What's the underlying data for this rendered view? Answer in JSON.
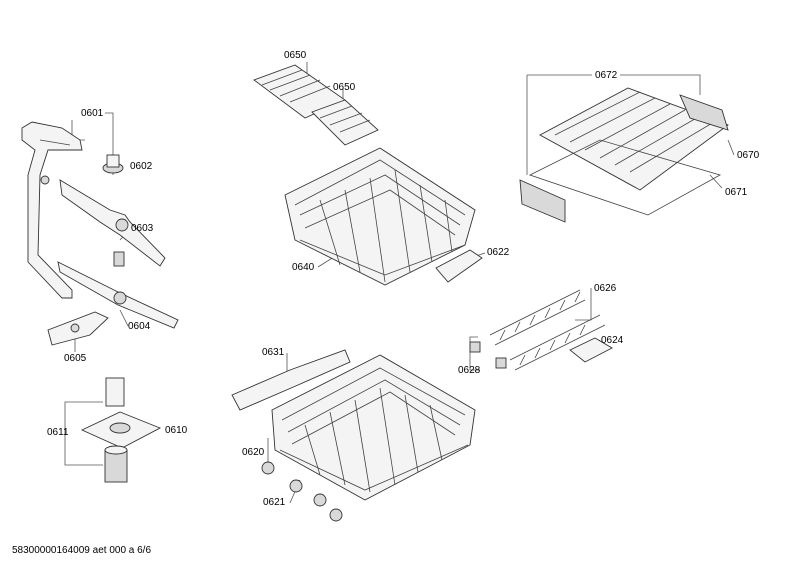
{
  "labels": {
    "l0601": "0601",
    "l0602": "0602",
    "l0603": "0603",
    "l0604": "0604",
    "l0605": "0605",
    "l0610": "0610",
    "l0611": "0611",
    "l0620": "0620",
    "l0621": "0621",
    "l0622": "0622",
    "l0624": "0624",
    "l0626": "0626",
    "l0628": "0628",
    "l0631": "0631",
    "l0640": "0640",
    "l0650a": "0650",
    "l0650b": "0650",
    "l0670": "0670",
    "l0671": "0671",
    "l0672": "0672"
  },
  "footer": "58300000164009 aet 000 a 6/6"
}
